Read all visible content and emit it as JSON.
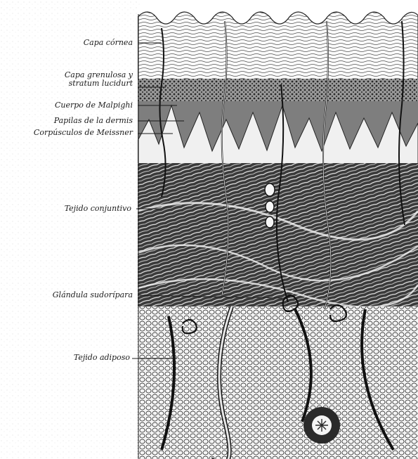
{
  "figure": {
    "labels": {
      "capa_cornea": "Capa córnea",
      "capa_granulosa_1": "Capa grenulosa y",
      "capa_granulosa_2": "stratum lucidurt",
      "cuerpo_malpighi": "Cuerpo de Malpighi",
      "papilas_dermis": "Papilas de la dermis",
      "corpusculos_meissner": "Corpúsculos de Meissner",
      "tejido_conjuntivo": "Tejido conjuntivo",
      "glandula_sudoripara": "Glándula sudorípara",
      "tejido_adiposo": "Tejido adiposo"
    }
  }
}
